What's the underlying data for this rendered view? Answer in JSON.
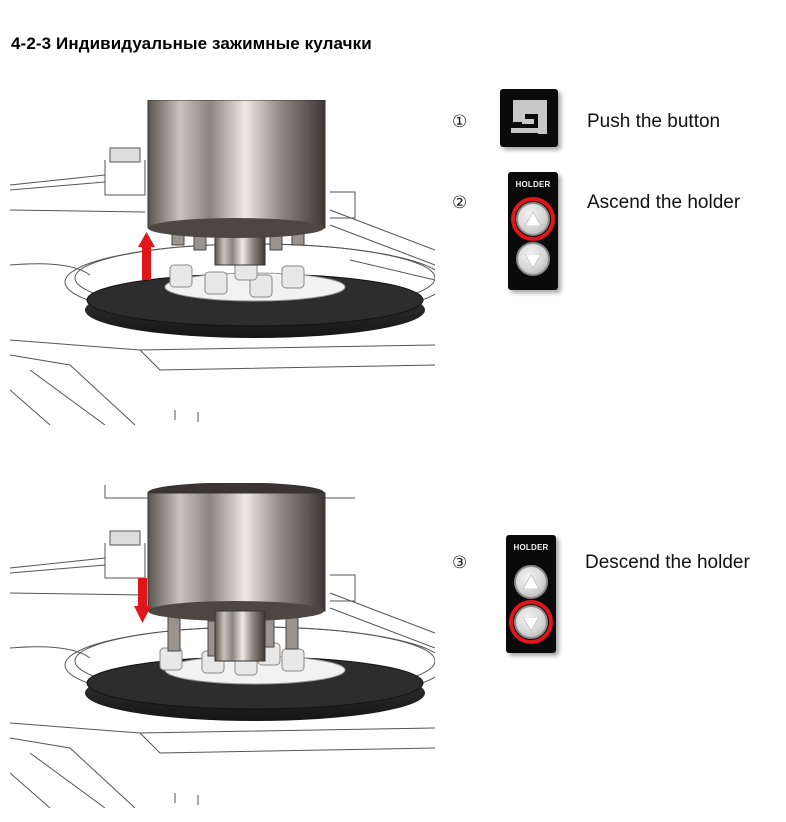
{
  "title": "4-2-3 Индивидуальные зажимные кулачки",
  "steps": [
    {
      "number": "①",
      "text": "Push the button",
      "icon": "holder-mode-icon"
    },
    {
      "number": "②",
      "text": "Ascend the holder",
      "panel_label": "HOLDER",
      "highlighted": "up"
    },
    {
      "number": "③",
      "text": "Descend the holder",
      "panel_label": "HOLDER",
      "highlighted": "down"
    }
  ],
  "figures": [
    {
      "name": "machine-holder-raised-illustration",
      "arrow": "up",
      "arrow_color": "#e0161a"
    },
    {
      "name": "machine-holder-lowered-illustration",
      "arrow": "down",
      "arrow_color": "#e0161a"
    }
  ],
  "colors": {
    "highlight": "#e0161a",
    "panel": "#0a0a0a",
    "button": "#d6d6d6"
  }
}
